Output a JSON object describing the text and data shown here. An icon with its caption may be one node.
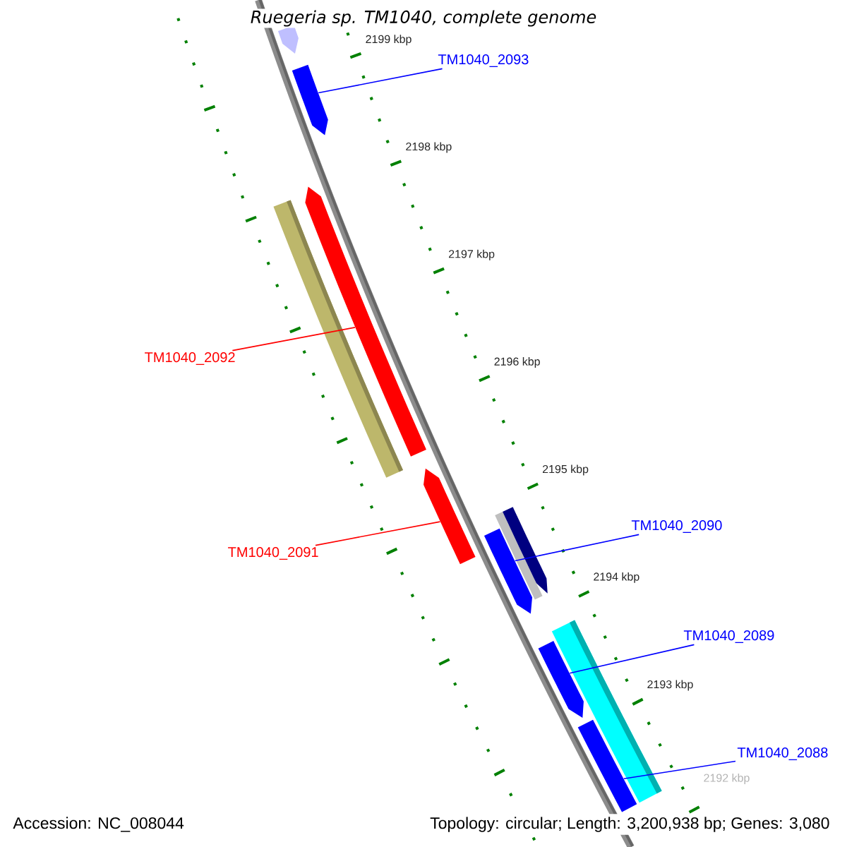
{
  "diagram": {
    "title": "Ruegeria sp. TM1040, complete genome",
    "nodes": [
      {
        "text": [
          "TM1040_2093"
        ]
      },
      {
        "text": [],
        "shape": "bar"
      },
      {
        "text": [
          "TM1040_2092"
        ]
      },
      {
        "text": [],
        "shape": "bar"
      },
      {
        "text": [
          "TM1040_2091"
        ]
      },
      {
        "text": [],
        "shape": "bar"
      },
      {
        "text": [
          "TM1040_2090"
        ]
      },
      {
        "text": [],
        "shape": "bar"
      },
      {
        "text": [
          "TM1040_2089"
        ]
      },
      {
        "text": [],
        "shape": "bar"
      },
      {
        "text": [
          "TM1040_2088"
        ]
      },
      {
        "text": [],
        "shape": "bar"
      }
    ],
    "edges": [
      {
        "from": 0,
        "to": 1,
        "arrow": "none"
      },
      {
        "from": 2,
        "to": 3,
        "arrow": "none",
        "color": "#ff0000"
      },
      {
        "from": 4,
        "to": 5,
        "arrow": "none",
        "color": "#ff0000"
      },
      {
        "from": 6,
        "to": 7,
        "arrow": "none"
      },
      {
        "from": 8,
        "to": 9,
        "arrow": "none"
      },
      {
        "from": 10,
        "to": 11,
        "arrow": "none"
      }
    ],
    "labels": [
      "2199 kbp",
      "2198 kbp",
      "2197 kbp",
      "2196 kbp",
      "2195 kbp",
      "2194 kbp",
      "2193 kbp",
      "2192 kbp",
      "Accession: NC_008044",
      "Topology: circular; Length: 3,200,938 bp; Genes: 3,080"
    ]
  }
}
